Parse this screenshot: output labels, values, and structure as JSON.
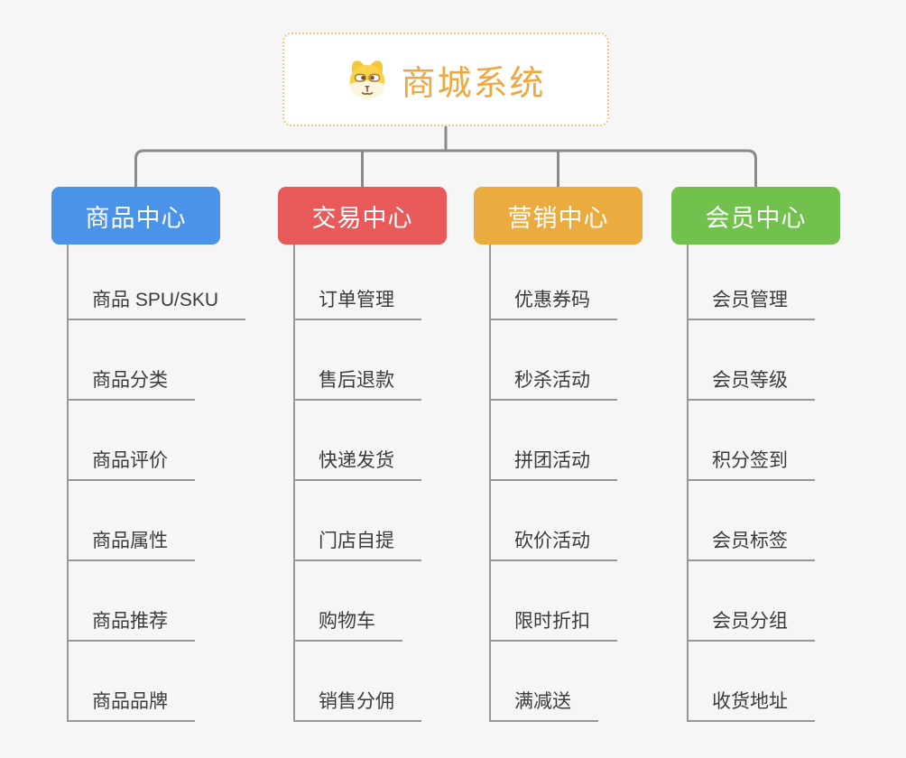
{
  "root": {
    "title": "商城系统",
    "icon": "dog-face-icon"
  },
  "branches": [
    {
      "id": "product-center",
      "label": "商品中心",
      "color": "#4b92e9",
      "children": [
        "商品 SPU/SKU",
        "商品分类",
        "商品评价",
        "商品属性",
        "商品推荐",
        "商品品牌"
      ]
    },
    {
      "id": "trade-center",
      "label": "交易中心",
      "color": "#e85a5a",
      "children": [
        "订单管理",
        "售后退款",
        "快递发货",
        "门店自提",
        "购物车",
        "销售分佣"
      ]
    },
    {
      "id": "marketing-center",
      "label": "营销中心",
      "color": "#ecab3e",
      "children": [
        "优惠券码",
        "秒杀活动",
        "拼团活动",
        "砍价活动",
        "限时折扣",
        "满减送"
      ]
    },
    {
      "id": "member-center",
      "label": "会员中心",
      "color": "#72c14e",
      "children": [
        "会员管理",
        "会员等级",
        "积分签到",
        "会员标签",
        "会员分组",
        "收货地址"
      ]
    }
  ],
  "theme": {
    "background": "#f6f6f6",
    "connector": "#8a8a8a",
    "line": "#979797",
    "leaf_text": "#3b3b3b",
    "root_title": "#f0a73f",
    "root_border": "#f3c87e"
  }
}
